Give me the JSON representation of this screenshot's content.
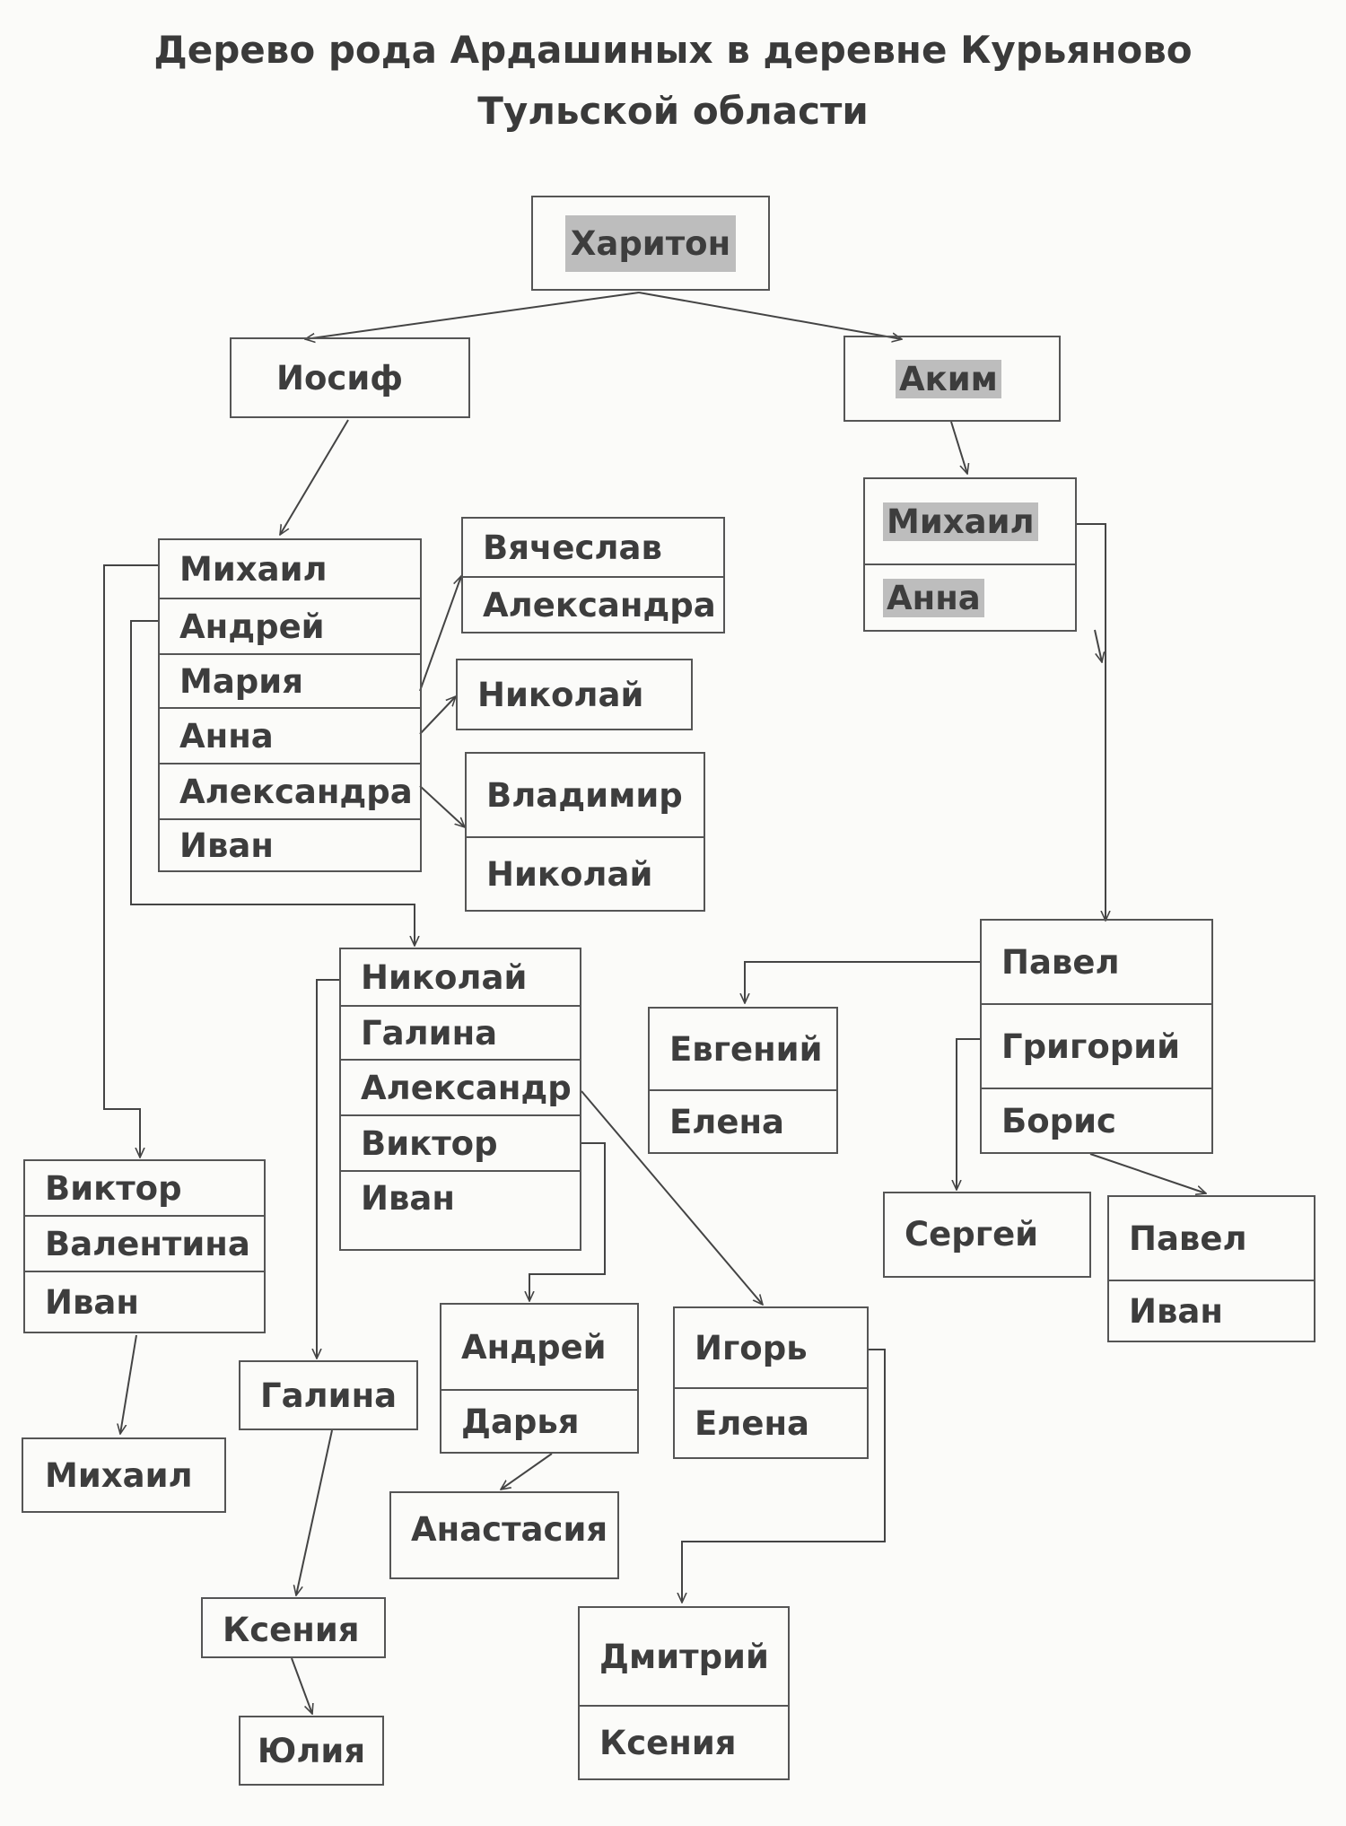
{
  "title": {
    "line1": "Дерево рода Ардашиных в деревне Курьяново",
    "line2": "Тульской области"
  },
  "boxes": [
    {
      "id": "khariton",
      "members": [
        {
          "name": "Харитон",
          "highlight": true
        }
      ]
    },
    {
      "id": "iosif",
      "members": [
        {
          "name": "Иосиф"
        }
      ]
    },
    {
      "id": "akim",
      "members": [
        {
          "name": "Аким",
          "highlight": true
        }
      ]
    },
    {
      "id": "mikhail-anna",
      "members": [
        {
          "name": "Михаил",
          "highlight": true
        },
        {
          "name": "Анна",
          "highlight": true
        }
      ]
    },
    {
      "id": "iosif-children",
      "members": [
        {
          "name": "Михаил"
        },
        {
          "name": "Андрей"
        },
        {
          "name": "Мария"
        },
        {
          "name": "Анна"
        },
        {
          "name": "Александра"
        },
        {
          "name": "Иван"
        }
      ]
    },
    {
      "id": "vyacheslav-aleksandra",
      "members": [
        {
          "name": "Вячеслав"
        },
        {
          "name": "Александра"
        }
      ]
    },
    {
      "id": "nikolay-1",
      "members": [
        {
          "name": "Николай"
        }
      ]
    },
    {
      "id": "vladimir-nikolay",
      "members": [
        {
          "name": "Владимир"
        },
        {
          "name": "Николай"
        }
      ]
    },
    {
      "id": "andrey-children",
      "members": [
        {
          "name": "Николай"
        },
        {
          "name": "Галина"
        },
        {
          "name": "Александр"
        },
        {
          "name": "Виктор"
        },
        {
          "name": "Иван"
        }
      ]
    },
    {
      "id": "pavel-grigoriy-boris",
      "members": [
        {
          "name": "Павел"
        },
        {
          "name": "Григорий"
        },
        {
          "name": "Борис"
        }
      ]
    },
    {
      "id": "evgeniy-elena",
      "members": [
        {
          "name": "Евгений"
        },
        {
          "name": "Елена"
        }
      ]
    },
    {
      "id": "viktor-valentina-ivan",
      "members": [
        {
          "name": "Виктор"
        },
        {
          "name": "Валентина"
        },
        {
          "name": "Иван"
        }
      ]
    },
    {
      "id": "sergey",
      "members": [
        {
          "name": "Сергей"
        }
      ]
    },
    {
      "id": "pavel-ivan",
      "members": [
        {
          "name": "Павел"
        },
        {
          "name": "Иван"
        }
      ]
    },
    {
      "id": "galina",
      "members": [
        {
          "name": "Галина"
        }
      ]
    },
    {
      "id": "andrey-darya",
      "members": [
        {
          "name": "Андрей"
        },
        {
          "name": "Дарья"
        }
      ]
    },
    {
      "id": "igor-elena",
      "members": [
        {
          "name": "Игорь"
        },
        {
          "name": "Елена"
        }
      ]
    },
    {
      "id": "mikhail-2",
      "members": [
        {
          "name": "Михаил"
        }
      ]
    },
    {
      "id": "anastasiya",
      "members": [
        {
          "name": "Анастасия"
        }
      ]
    },
    {
      "id": "kseniya",
      "members": [
        {
          "name": "Ксения"
        }
      ]
    },
    {
      "id": "dmitriy-kseniya",
      "members": [
        {
          "name": "Дмитрий"
        },
        {
          "name": "Ксения"
        }
      ]
    },
    {
      "id": "yuliya",
      "members": [
        {
          "name": "Юлия"
        }
      ]
    }
  ]
}
